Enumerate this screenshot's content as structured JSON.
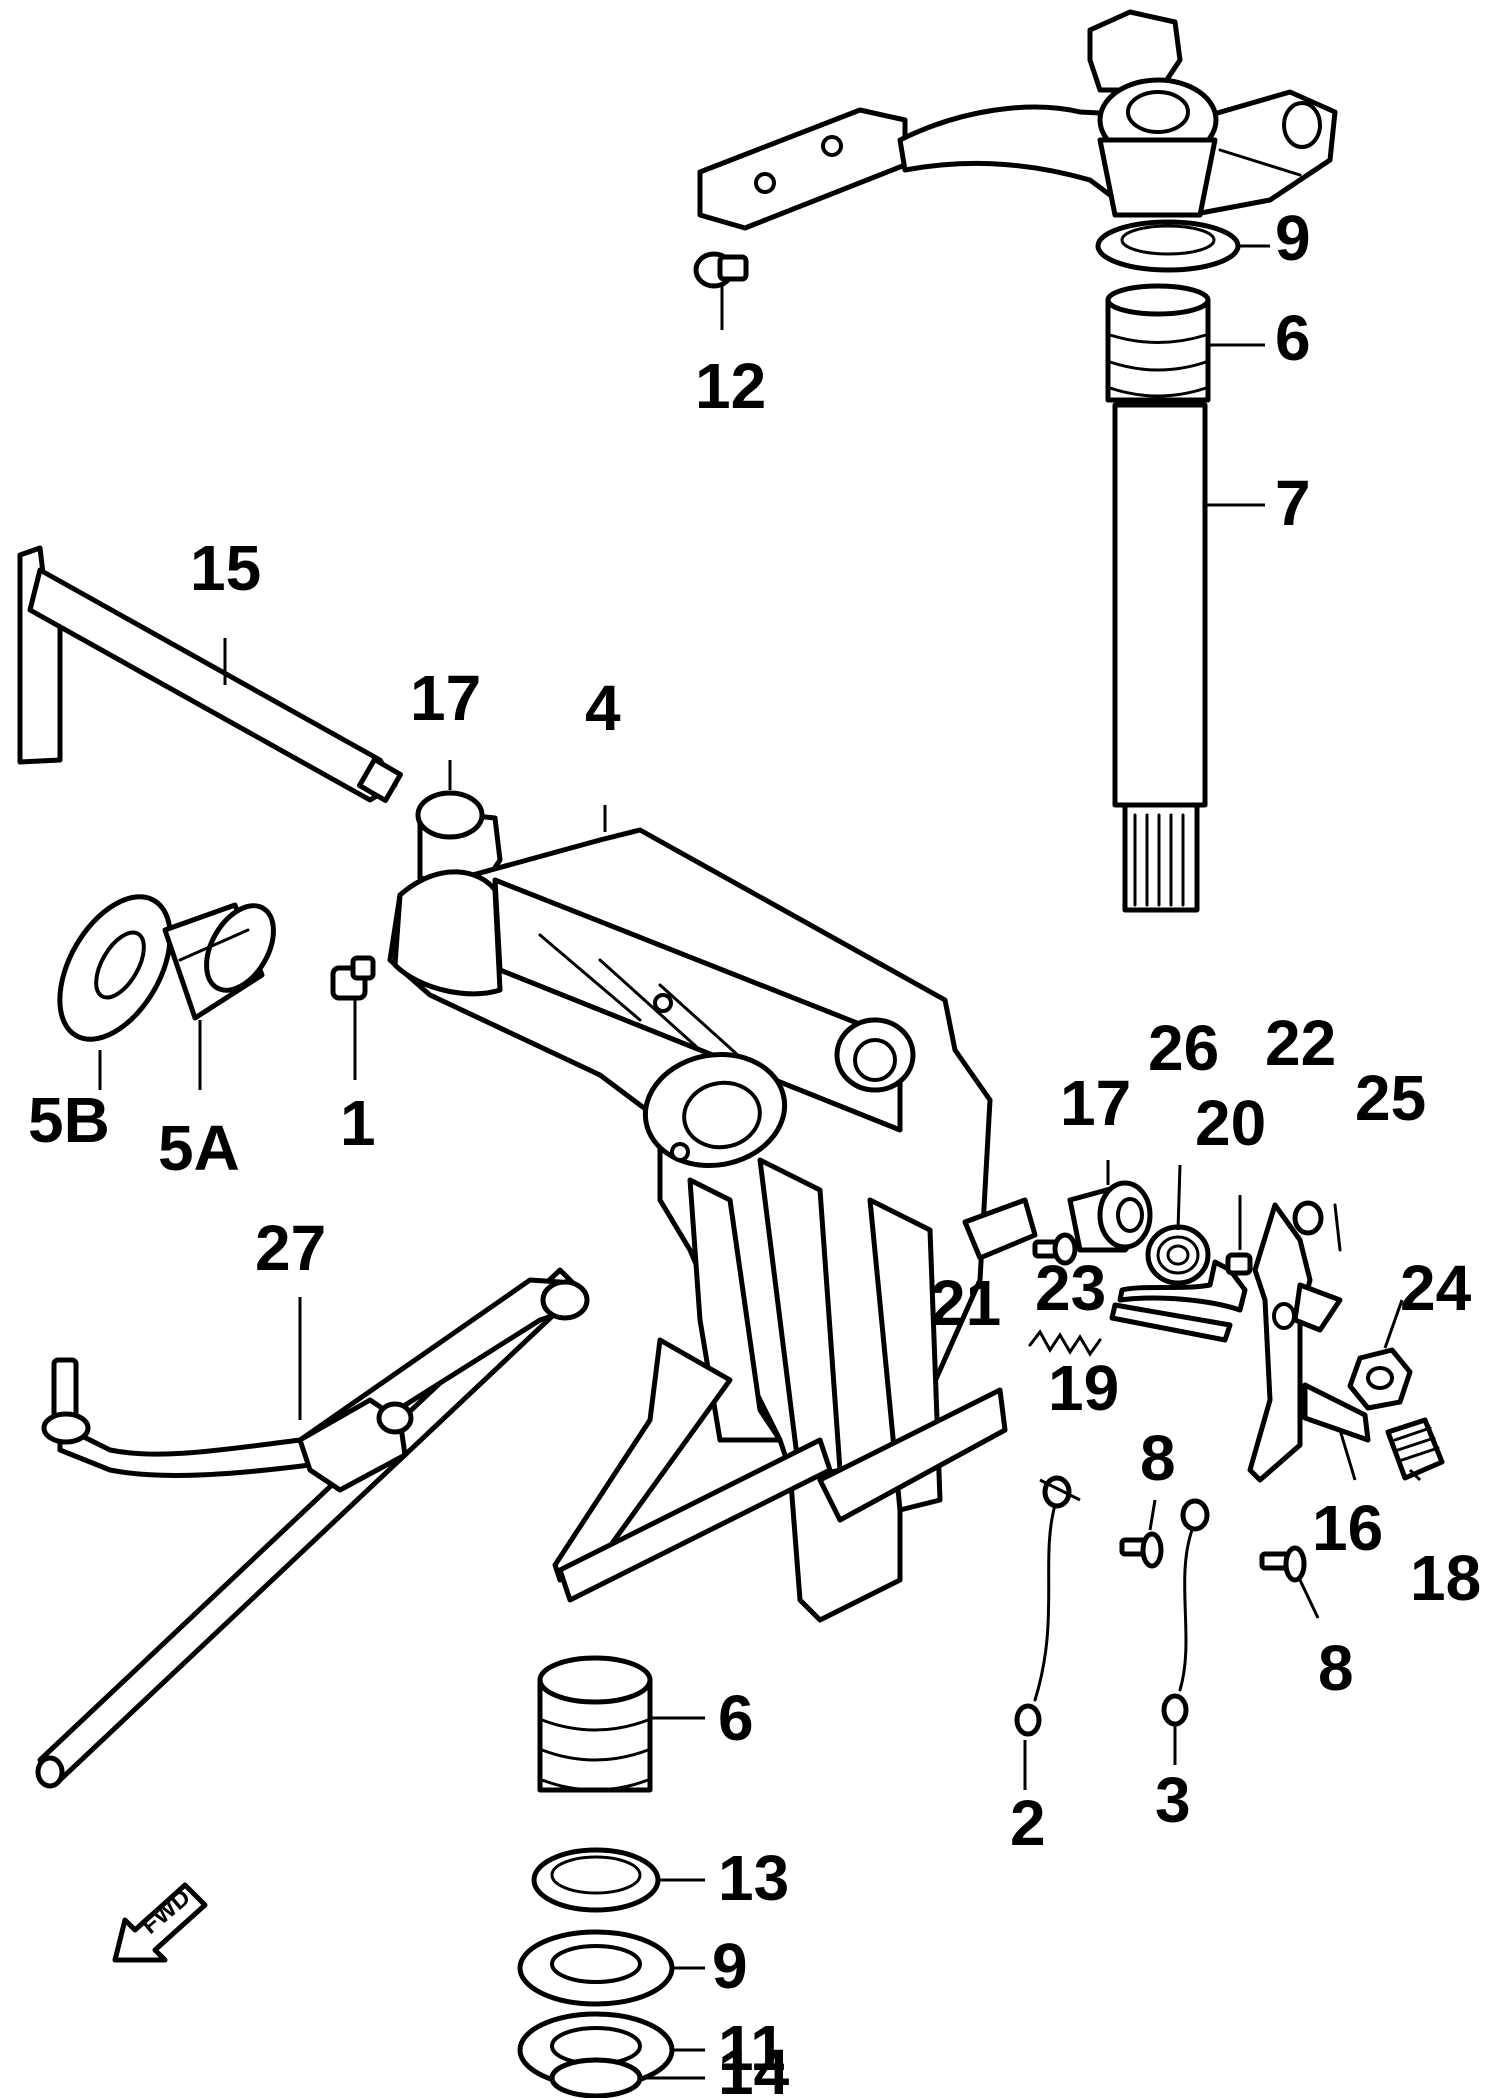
{
  "labels": {
    "l1": "1",
    "l2": "2",
    "l3": "3",
    "l4": "4",
    "l5a": "5A",
    "l5b": "5B",
    "l6_top": "6",
    "l6_bottom": "6",
    "l7": "7",
    "l8_left": "8",
    "l8_right": "8",
    "l9_top": "9",
    "l9_bottom": "9",
    "l11": "11",
    "l12": "12",
    "l13": "13",
    "l14": "14",
    "l15": "15",
    "l16": "16",
    "l17_top": "17",
    "l17_right": "17",
    "l18": "18",
    "l19": "19",
    "l20": "20",
    "l21": "21",
    "l22": "22",
    "l23": "23",
    "l24": "24",
    "l25": "25",
    "l26": "26",
    "l27": "27"
  },
  "fwd_arrow_text": "FWD"
}
